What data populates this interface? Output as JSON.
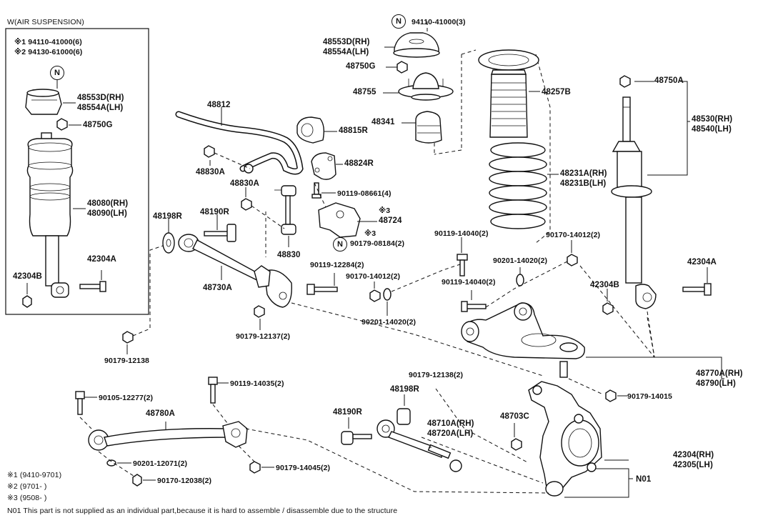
{
  "inset": {
    "title": "W(AIR SUSPENSION)",
    "note1": "※1 94110-41000(6)",
    "note2": "※2 94130-61000(6)",
    "badge": "N",
    "p48553d_rh": "48553D(RH)",
    "p48554a_lh": "48554A(LH)",
    "p48750g": "48750G",
    "p48080_rh": "48080(RH)",
    "p48090_lh": "48090(LH)",
    "p42304b": "42304B",
    "p42304a": "42304A"
  },
  "labels": {
    "top_nut": "94110-41000(3)",
    "top_badge": "N",
    "p48553d_rh": "48553D(RH)",
    "p48554a_lh": "48554A(LH)",
    "p48750g": "48750G",
    "p48755": "48755",
    "p48341": "48341",
    "p48257b": "48257B",
    "p48812": "48812",
    "p48815r": "48815R",
    "p48824r": "48824R",
    "p48830a_1": "48830A",
    "p48830a_2": "48830A",
    "p90119_08661": "90119-08661(4)",
    "p48724_mark": "※3",
    "p48724": "48724",
    "p48724_mark2": "※3",
    "p90179_08184_badge": "N",
    "p90179_08184": "90179-08184(2)",
    "p48198r_1": "48198R",
    "p48190r_1": "48190R",
    "p48830": "48830",
    "p48730a": "48730A",
    "p90119_12284": "90119-12284(2)",
    "p90170_14012_a": "90170-14012(2)",
    "p90201_14020_a": "90201-14020(2)",
    "p90179_12137": "90179-12137(2)",
    "p90179_12138_a": "90179-12138",
    "p48231a_rh": "48231A(RH)",
    "p48231b_lh": "48231B(LH)",
    "p90119_14040_a": "90119-14040(2)",
    "p90170_14012_b": "90170-14012(2)",
    "p90201_14020_b": "90201-14020(2)",
    "p90119_14040_b": "90119-14040(2)",
    "p48750a": "48750A",
    "p48530_rh": "48530(RH)",
    "p48540_lh": "48540(LH)",
    "p42304a": "42304A",
    "p42304b": "42304B",
    "p48770a_rh": "48770A(RH)",
    "p48790_lh": "48790(LH)",
    "p90179_14015": "90179-14015",
    "p90179_12138_b": "90179-12138(2)",
    "p90119_14035": "90119-14035(2)",
    "p90105_12277": "90105-12277(2)",
    "p48780a": "48780A",
    "p90201_12071": "90201-12071(2)",
    "p90170_12038": "90170-12038(2)",
    "p90179_14045": "90179-14045(2)",
    "p48198r_2": "48198R",
    "p48190r_2": "48190R",
    "p48710a_rh": "48710A(RH)",
    "p48720a_lh": "48720A(LH)",
    "p48703c": "48703C",
    "p42304_rh": "42304(RH)",
    "p42305_lh": "42305(LH)",
    "n01": "N01"
  },
  "footnotes": {
    "f1": "※1 (9410-9701)",
    "f2": "※2 (9701-       )",
    "f3": "※3 (9508-       )",
    "n01_note": "N01 This part is not supplied as an individual part,because it is hard to assemble / disassemble due to the structure"
  }
}
